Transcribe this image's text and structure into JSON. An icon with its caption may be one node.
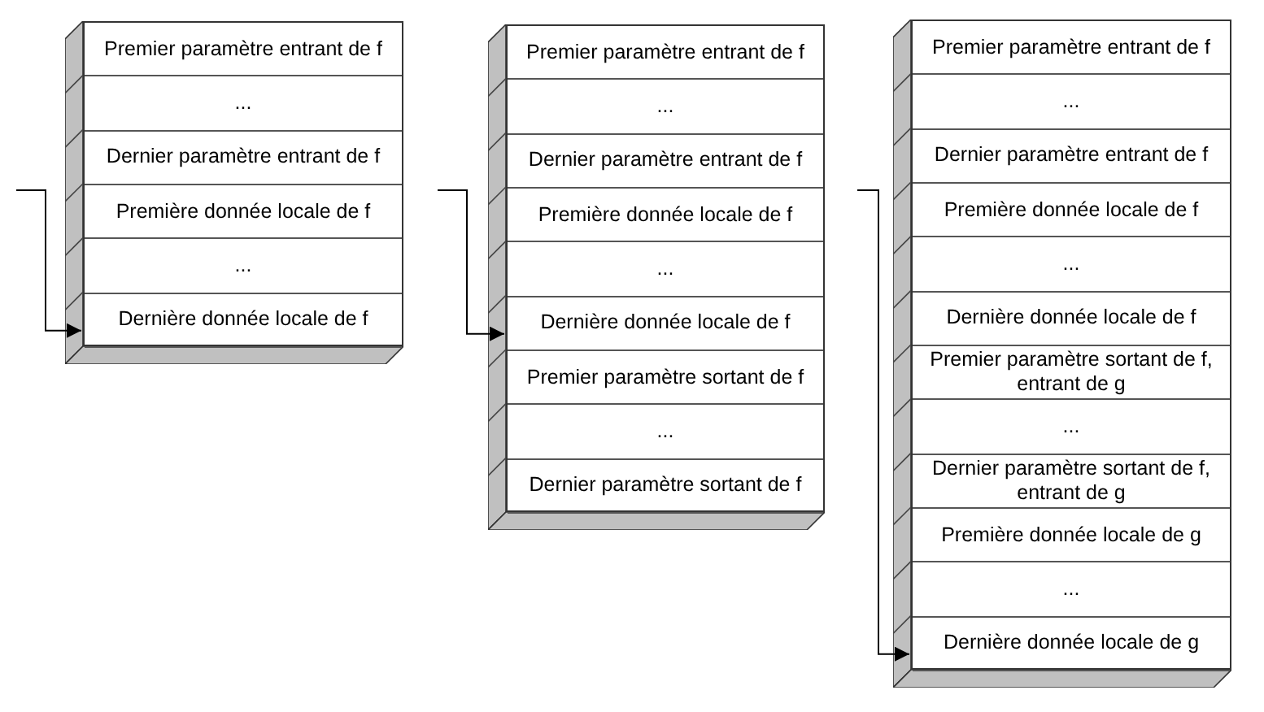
{
  "diagram": {
    "nodes": [
      {
        "text": [],
        "shape": "box"
      },
      {
        "text": [
          "Premier paramètre entrant de f"
        ],
        "in": 0
      },
      {
        "text": [
          "..."
        ],
        "in": 0
      },
      {
        "text": [
          "Dernier paramètre entrant de f"
        ],
        "in": 0
      },
      {
        "text": [
          "Première donnée locale de f"
        ],
        "in": 0
      },
      {
        "text": [
          "..."
        ],
        "in": 0
      },
      {
        "text": [
          "Dernière donnée locale de f"
        ],
        "in": 0
      },
      {
        "text": [],
        "shape": "box"
      },
      {
        "text": [
          "Premier paramètre entrant de f"
        ],
        "in": 7
      },
      {
        "text": [
          "..."
        ],
        "in": 7
      },
      {
        "text": [
          "Dernier paramètre entrant de f"
        ],
        "in": 7
      },
      {
        "text": [
          "Première donnée locale de f"
        ],
        "in": 7
      },
      {
        "text": [
          "..."
        ],
        "in": 7
      },
      {
        "text": [
          "Dernière donnée locale de f"
        ],
        "in": 7
      },
      {
        "text": [
          "Premier paramètre sortant de f"
        ],
        "in": 7
      },
      {
        "text": [
          "..."
        ],
        "in": 7
      },
      {
        "text": [
          "Dernier paramètre sortant de f"
        ],
        "in": 7
      },
      {
        "text": [],
        "shape": "box"
      },
      {
        "text": [
          "Premier paramètre entrant de f"
        ],
        "in": 17
      },
      {
        "text": [
          "..."
        ],
        "in": 17
      },
      {
        "text": [
          "Dernier paramètre entrant de f"
        ],
        "in": 17
      },
      {
        "text": [
          "Première donnée locale de f"
        ],
        "in": 17
      },
      {
        "text": [
          "..."
        ],
        "in": 17
      },
      {
        "text": [
          "Dernière donnée locale de f"
        ],
        "in": 17
      },
      {
        "text": [
          "Premier paramètre sortant de f, entrant de g"
        ],
        "in": 17
      },
      {
        "text": [
          "..."
        ],
        "in": 17
      },
      {
        "text": [
          "Dernier paramètre sortant de f, entrant de g"
        ],
        "in": 17
      },
      {
        "text": [
          "Première donnée locale de g"
        ],
        "in": 17
      },
      {
        "text": [
          "..."
        ],
        "in": 17
      },
      {
        "text": [
          "Dernière donnée locale de g"
        ],
        "in": 17
      }
    ],
    "edges": [
      {
        "from": null,
        "to": 6,
        "arrow": "to"
      },
      {
        "from": null,
        "to": 13,
        "arrow": "to"
      },
      {
        "from": null,
        "to": 29,
        "arrow": "to"
      }
    ]
  }
}
